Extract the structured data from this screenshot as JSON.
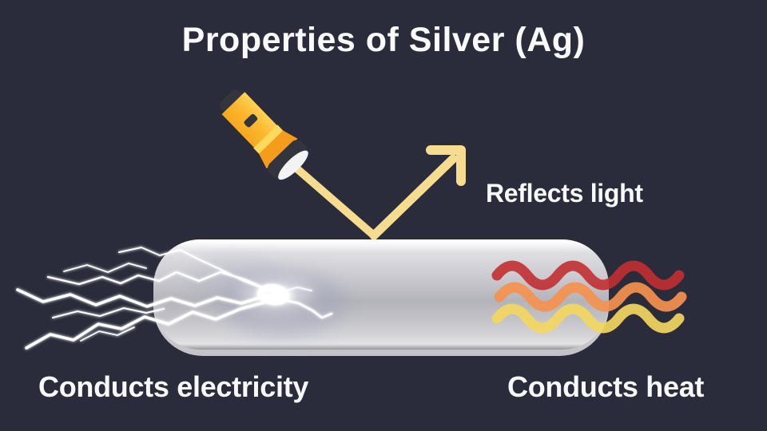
{
  "title": "Properties of Silver (Ag)",
  "labels": {
    "reflects": "Reflects light",
    "electricity": "Conducts electricity",
    "heat": "Conducts heat"
  },
  "icons": {
    "flashlight": "flashlight-icon",
    "reflection_arrow": "reflection-arrow-icon",
    "lightning": "lightning-bolts-icon",
    "heat_waves": "heat-waves-icon",
    "silver_bar": "silver-bar-illustration"
  },
  "colors": {
    "background": "#2a2c3b",
    "text": "#f8f8f8",
    "beam": "#f6dc8e",
    "flashlight_dark": "#33343e",
    "flashlight_body_light": "#ffd257",
    "flashlight_body_dark": "#f7a81e",
    "flashlight_accent": "#f59d1b",
    "flashlight_lens": "#f3f3f5",
    "wave_red": "#c22f31",
    "wave_orange": "#f5914e",
    "wave_yellow": "#f3d75f",
    "lightning": "#ffffff",
    "bar_highlight": "#ffffff",
    "bar_mid": "#b3b3ba"
  }
}
